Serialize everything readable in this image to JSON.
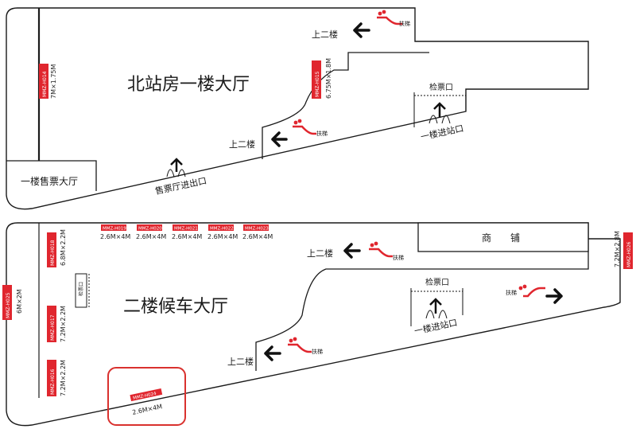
{
  "floor1": {
    "title": "北站房一楼大厅",
    "ticket_hall": "一楼售票大厅",
    "ticket_exit": "售票厅进出口",
    "upstairs_left": "上二楼",
    "upstairs_top": "上二楼",
    "gate_label": "检票口",
    "entrance": "一楼进站口",
    "escalator": "扶梯",
    "ads": [
      {
        "code": "MMZ-H014",
        "size": "7M×1.75M"
      },
      {
        "code": "MMZ-H015",
        "size": "6.75M×1.8M"
      }
    ]
  },
  "floor2": {
    "title": "二楼候车大厅",
    "shop": "商　　铺",
    "upstairs_top": "上二楼",
    "upstairs_bottom": "上二楼",
    "gate_label": "检票口",
    "entrance": "一楼进站口",
    "escalator": "扶梯",
    "side_gate": "检票口",
    "top_ads": [
      {
        "code": "MMZ-H019",
        "size": "2.6M×4M"
      },
      {
        "code": "MMZ-H020",
        "size": "2.6M×4M"
      },
      {
        "code": "MMZ-H021",
        "size": "2.6M×4M"
      },
      {
        "code": "MMZ-H022",
        "size": "2.6M×4M"
      },
      {
        "code": "MMZ-H023",
        "size": "2.6M×4M"
      }
    ],
    "side_ads": [
      {
        "code": "MMZ-H018",
        "size": "6.8M×2.2M"
      },
      {
        "code": "MMZ-H017",
        "size": "7.2M×2.2M"
      },
      {
        "code": "MMZ-H016",
        "size": "7.2M×2.2M"
      },
      {
        "code": "MMZ-H025",
        "size": "6M×2M"
      },
      {
        "code": "MMZ-H026",
        "size": "7.2M×2.8M"
      }
    ],
    "highlight": {
      "code": "MMZ-H024",
      "size": "2.6M×4M"
    }
  },
  "colors": {
    "ad_red": "#e0262e",
    "line": "#1a1a1a",
    "highlight": "#d9312e"
  }
}
